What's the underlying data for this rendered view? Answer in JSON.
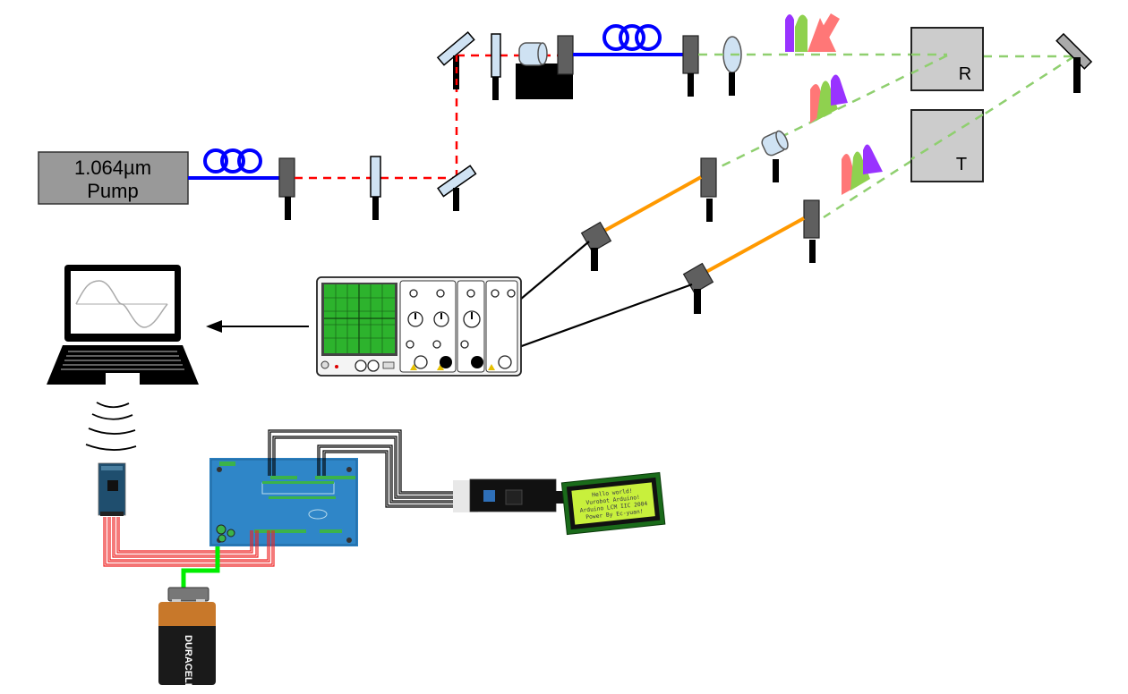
{
  "diagram": {
    "pump_label_line1": "1.064µm",
    "pump_label_line2": "Pump",
    "detector_r_label": "R",
    "detector_t_label": "T",
    "battery_brand": "DURACELL",
    "lcd_lines": [
      "Hello world!",
      "Vurobot Arduino!",
      "Arduino LCM IIC 2004",
      "Power By Ec-yuan!"
    ]
  },
  "colors": {
    "fiber": "#0000ff",
    "pump_beam": "#ff0000",
    "signal_beam": "#8fcf6f",
    "detector_fiber": "#ff9900",
    "power_wire": "#00ee00",
    "data_wire": "#ee2222",
    "component_gray": "#5f5f5f",
    "optic_glass": "#cfe2f3",
    "box_gray": "#cccccc",
    "pump_box": "#999999",
    "pulse_red": "#ff7777",
    "pulse_green": "#8fd14f",
    "pulse_purple": "#9933ff",
    "pcb_blue": "#2a7fc0",
    "lcd_green": "#c8f03c"
  }
}
